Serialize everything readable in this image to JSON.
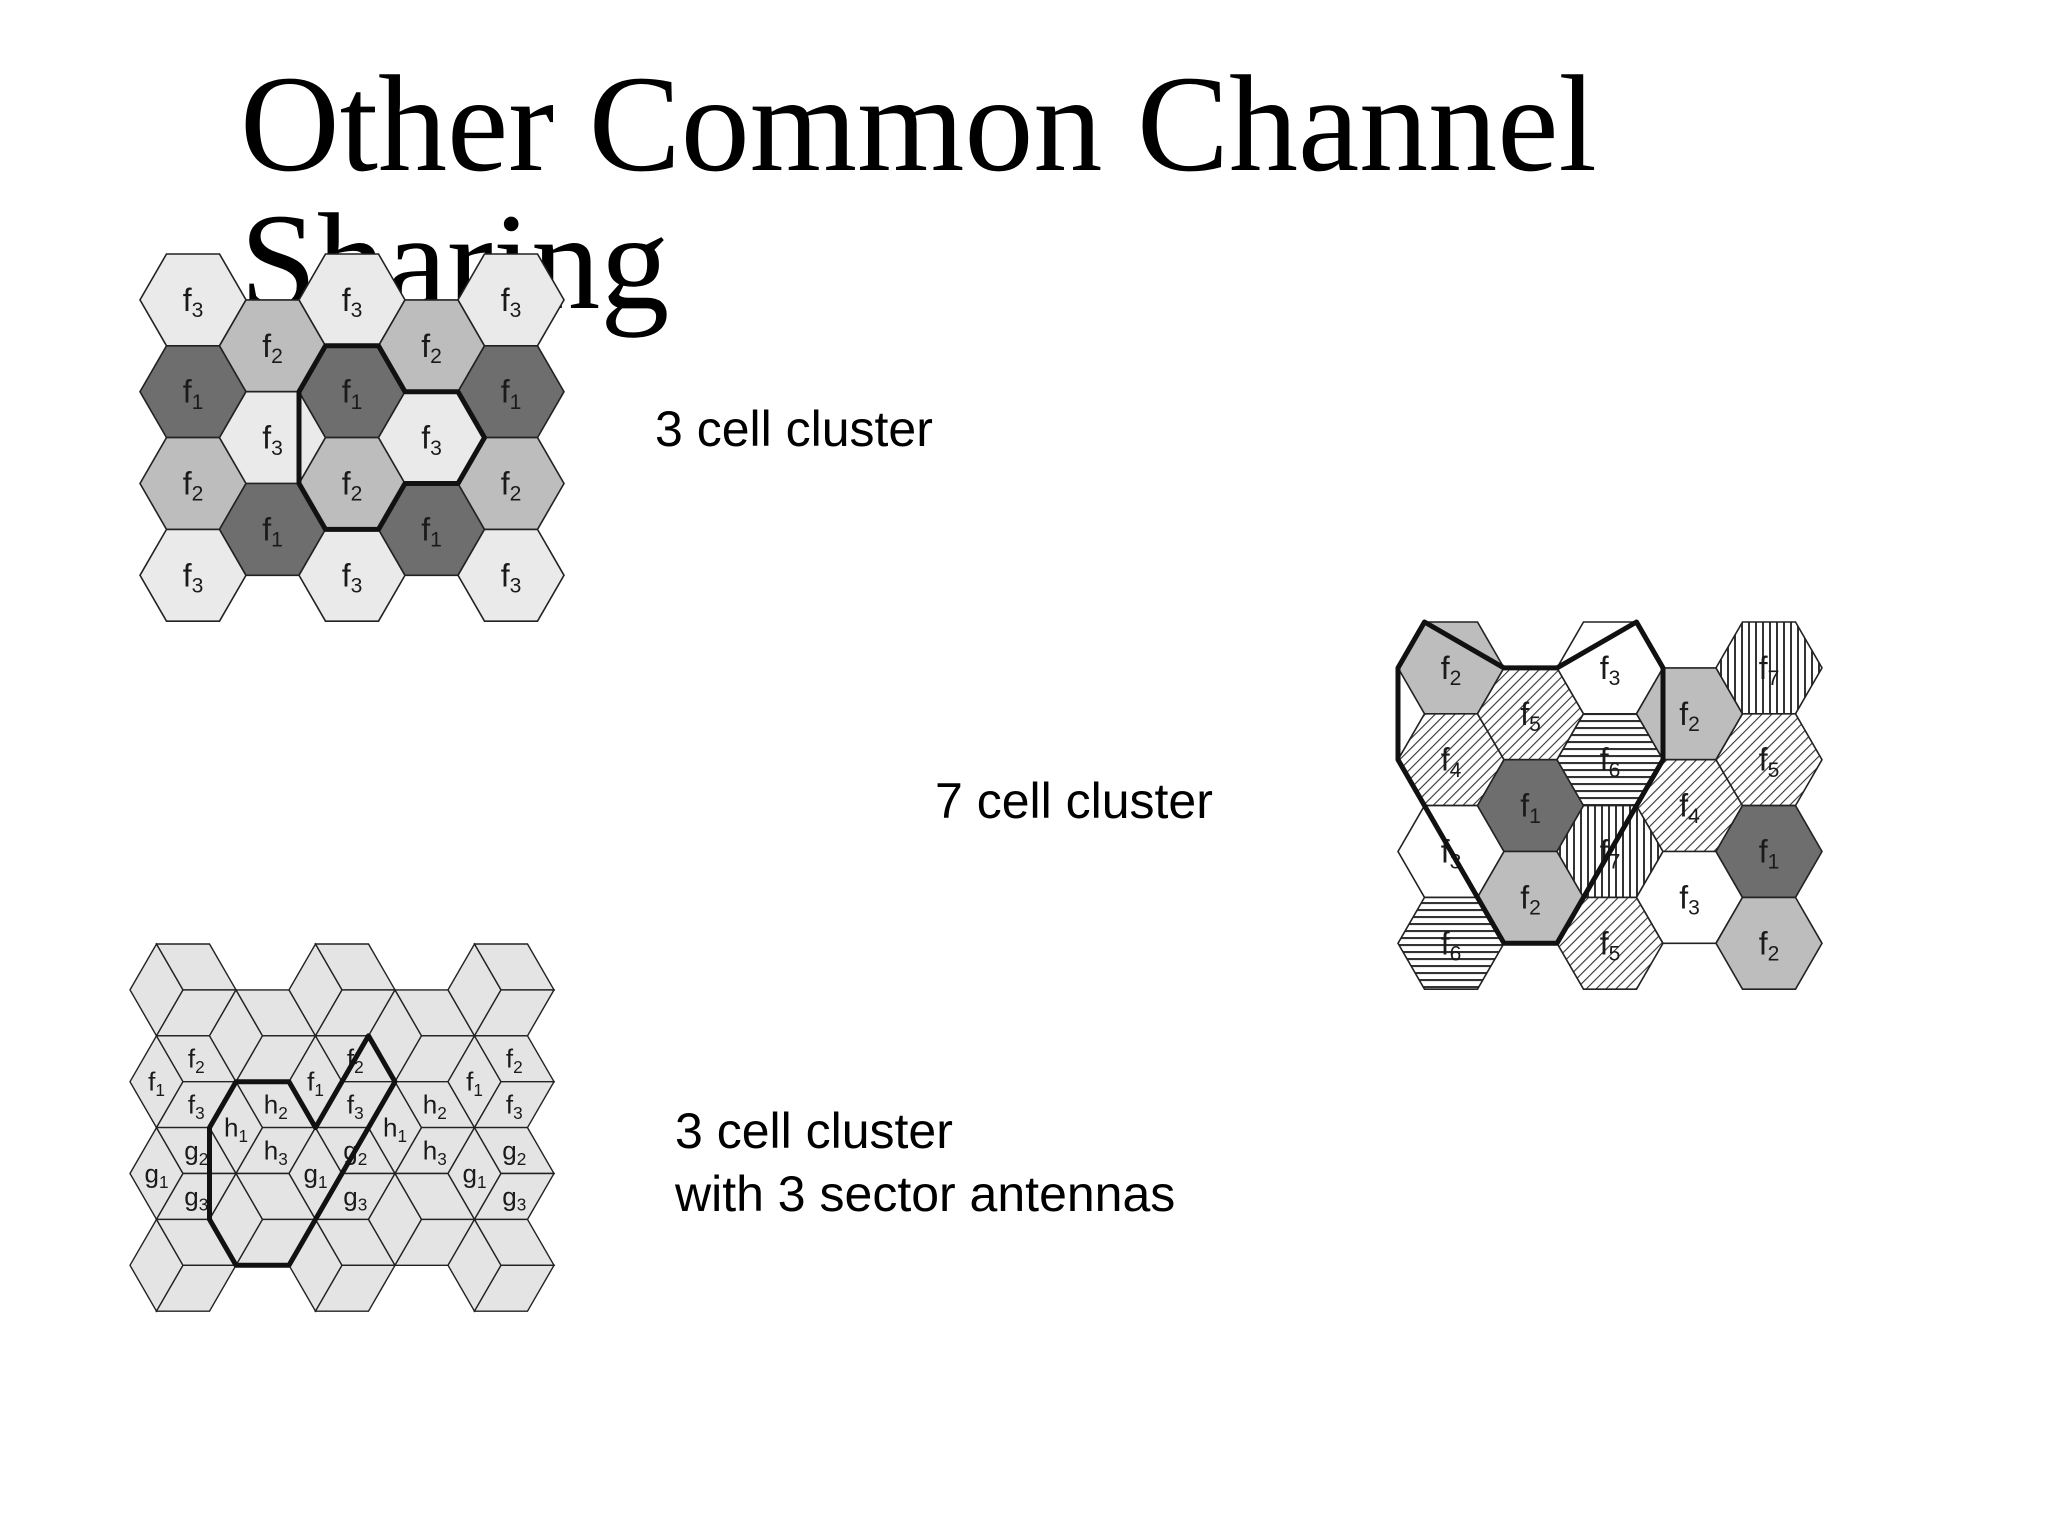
{
  "title": "Other Common Channel Sharing",
  "captions": {
    "three_cell": "3 cell cluster",
    "seven_cell": "7 cell cluster",
    "sector_line1": "3 cell cluster",
    "sector_line2": "with 3 sector antennas"
  },
  "fills": {
    "f1": "#6e6e6e",
    "f2": "#bdbdbd",
    "f3": "#eaeaea",
    "white": "#ffffff",
    "sector": "#e4e4e4",
    "outline": "#222222",
    "cluster_border": "#111111"
  },
  "three_cell_cluster": {
    "columns": [
      [
        "f3",
        "f1",
        "f2",
        "f3"
      ],
      [
        "f2",
        "f3",
        "f1"
      ],
      [
        "f3",
        "f1",
        "f2",
        "f3"
      ],
      [
        "f2",
        "f3",
        "f1"
      ],
      [
        "f3",
        "f1",
        "f2",
        "f3"
      ]
    ]
  },
  "seven_cell_cluster": {
    "columns": [
      [
        "f2",
        "f4",
        "f3",
        "f6"
      ],
      [
        "f5",
        "f1",
        "f2"
      ],
      [
        "f3",
        "f6",
        "f7",
        "f5"
      ],
      [
        "f2",
        "f4",
        "f3"
      ],
      [
        "f7",
        "f5",
        "f1",
        "f2"
      ]
    ]
  },
  "sector_cluster": {
    "sectors": [
      {
        "cell": "f",
        "labels": [
          "f1",
          "f2",
          "f3"
        ]
      },
      {
        "cell": "g",
        "labels": [
          "g1",
          "g2",
          "g3"
        ]
      },
      {
        "cell": "h",
        "labels": [
          "h1",
          "h2",
          "h3"
        ]
      }
    ]
  }
}
